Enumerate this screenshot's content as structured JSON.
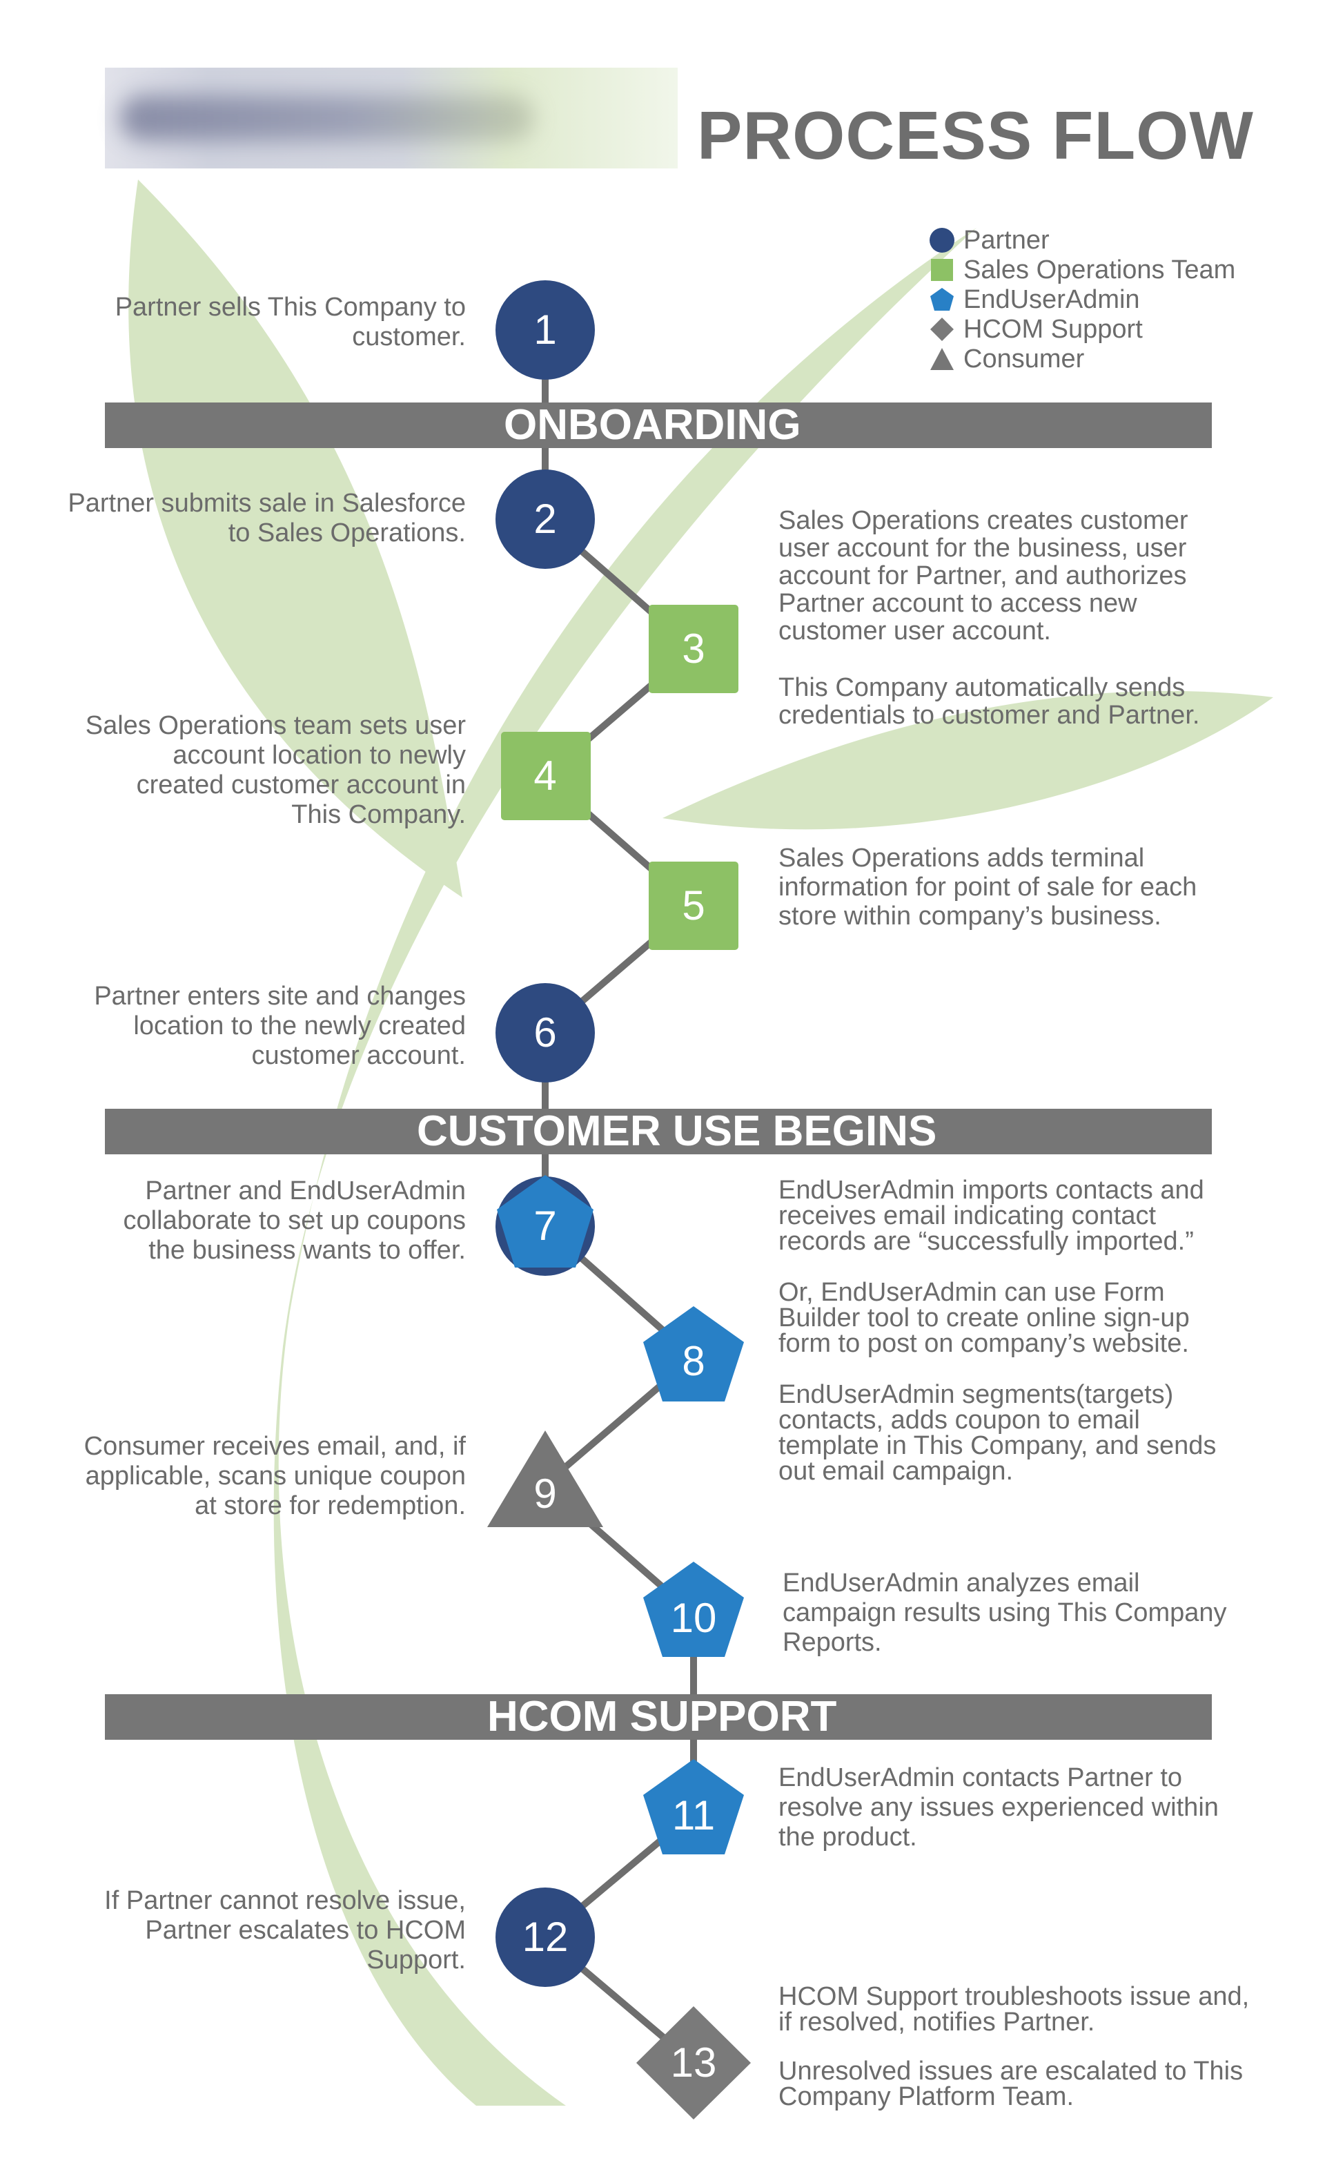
{
  "title": "PROCESS FLOW",
  "colors": {
    "partner": "#2e4a80",
    "sales_ops": "#8dc165",
    "enduser": "#2880c6",
    "hcom": "#7a7a7a",
    "consumer": "#767676",
    "band": "#767676",
    "leaf": "#d6e5c3"
  },
  "legend": [
    {
      "label": "Partner",
      "icon": "circle-icon"
    },
    {
      "label": "Sales Operations Team",
      "icon": "square-icon"
    },
    {
      "label": "EndUserAdmin",
      "icon": "pentagon-icon"
    },
    {
      "label": "HCOM Support",
      "icon": "diamond-icon"
    },
    {
      "label": "Consumer",
      "icon": "triangle-icon"
    }
  ],
  "sections": [
    {
      "label": "ONBOARDING"
    },
    {
      "label": "CUSTOMER USE BEGINS"
    },
    {
      "label": "HCOM SUPPORT"
    }
  ],
  "steps": [
    {
      "number": "1",
      "role": "partner",
      "description": "Partner sells This Company to\ncustomer."
    },
    {
      "number": "2",
      "role": "partner",
      "description": "Partner submits sale in Salesforce\nto Sales Operations."
    },
    {
      "number": "3",
      "role": "sales_ops",
      "description": "Sales Operations creates customer\nuser account for the business, user\naccount for Partner, and authorizes\nPartner account to access new\ncustomer user account.",
      "note": "This Company automatically sends\ncredentials to customer and Partner."
    },
    {
      "number": "4",
      "role": "sales_ops",
      "description": "Sales Operations team sets user\naccount location to newly\ncreated customer account in\nThis Company."
    },
    {
      "number": "5",
      "role": "sales_ops",
      "description": "Sales Operations adds terminal\ninformation for point of sale for each\nstore within company’s business."
    },
    {
      "number": "6",
      "role": "partner",
      "description": "Partner enters site and changes\nlocation to the newly created\ncustomer account."
    },
    {
      "number": "7",
      "role": "enduser",
      "description": "Partner and EndUserAdmin\ncollaborate to set up coupons\nthe business wants to offer."
    },
    {
      "number": "8",
      "role": "enduser",
      "description": "EndUserAdmin imports contacts and\nreceives email indicating contact\nrecords are “successfully imported.”",
      "note": "Or, EndUserAdmin can use Form\nBuilder tool to create online sign-up\nform to post on company’s website.",
      "note2": "EndUserAdmin segments(targets)\ncontacts, adds coupon to email\ntemplate in This Company, and sends\nout email campaign."
    },
    {
      "number": "9",
      "role": "consumer",
      "description": "Consumer receives email, and, if\napplicable, scans unique coupon\nat store for redemption."
    },
    {
      "number": "10",
      "role": "enduser",
      "description": "EndUserAdmin analyzes email\ncampaign results using This Company\nReports."
    },
    {
      "number": "11",
      "role": "enduser",
      "description": "EndUserAdmin contacts Partner to\nresolve any issues experienced within\nthe product."
    },
    {
      "number": "12",
      "role": "partner",
      "description": "If Partner cannot resolve issue,\nPartner escalates to HCOM\nSupport."
    },
    {
      "number": "13",
      "role": "hcom",
      "description": "HCOM Support troubleshoots issue and,\nif resolved, notifies Partner.",
      "note": "Unresolved issues are escalated to This\nCompany Platform Team."
    }
  ]
}
